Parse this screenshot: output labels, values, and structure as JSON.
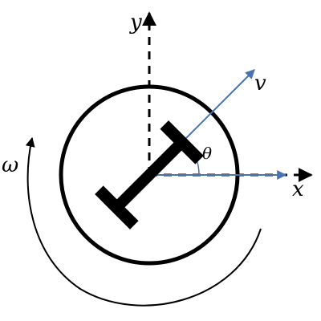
{
  "labels": {
    "y_axis": "y",
    "x_axis": "x",
    "velocity": "v",
    "angle": "θ",
    "angular_velocity": "ω"
  },
  "colors": {
    "ink": "#000000",
    "vector": "#4a72b0",
    "background": "#ffffff"
  }
}
